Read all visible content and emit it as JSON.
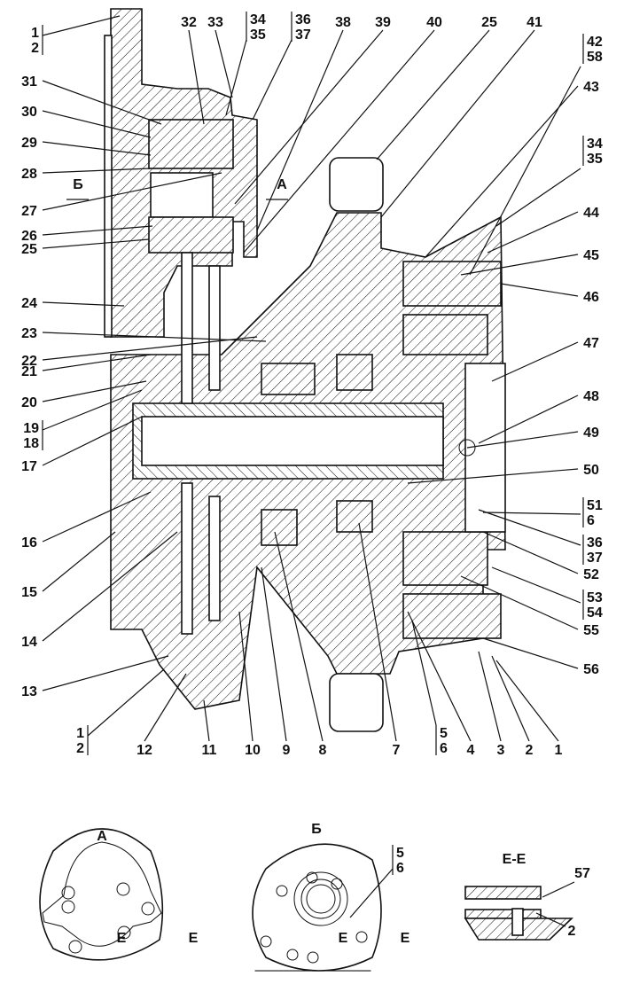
{
  "labels": {
    "top": [
      "32",
      "33",
      "38",
      "39",
      "40",
      "25",
      "41"
    ],
    "top_pairs": [
      [
        "34",
        "35"
      ],
      [
        "36",
        "37"
      ],
      [
        "42",
        "58"
      ]
    ],
    "left": [
      "31",
      "30",
      "29",
      "28",
      "27",
      "26",
      "25",
      "24",
      "23",
      "22",
      "21",
      "20",
      "17",
      "16",
      "15",
      "14",
      "13"
    ],
    "left_pairs": [
      [
        "1",
        "2"
      ],
      [
        "19",
        "18"
      ]
    ],
    "bottom": [
      "12",
      "11",
      "10",
      "9",
      "8",
      "7",
      "4",
      "3",
      "2",
      "1"
    ],
    "bottom_pairs": [
      [
        "1",
        "2"
      ],
      [
        "5",
        "6"
      ]
    ],
    "right": [
      "43",
      "44",
      "45",
      "46",
      "47",
      "48",
      "49",
      "50",
      "52",
      "55",
      "56"
    ],
    "right_pairs": [
      [
        "34",
        "35"
      ],
      [
        "51",
        "6"
      ],
      [
        "36",
        "37"
      ],
      [
        "53",
        "54"
      ]
    ]
  },
  "view_markers": {
    "section_b": "Б",
    "section_a": "А"
  },
  "views": {
    "view_a": {
      "title": "А",
      "cut_left": "Е",
      "cut_right": "Е"
    },
    "view_b": {
      "title": "Б",
      "pair": [
        "5",
        "6"
      ],
      "cut_left": "Е",
      "cut_right": "Е"
    },
    "section_ee": {
      "title": "Е-Е",
      "labels": [
        "57",
        "2"
      ]
    }
  },
  "colors": {
    "ink": "#111111",
    "paper": "#ffffff"
  }
}
